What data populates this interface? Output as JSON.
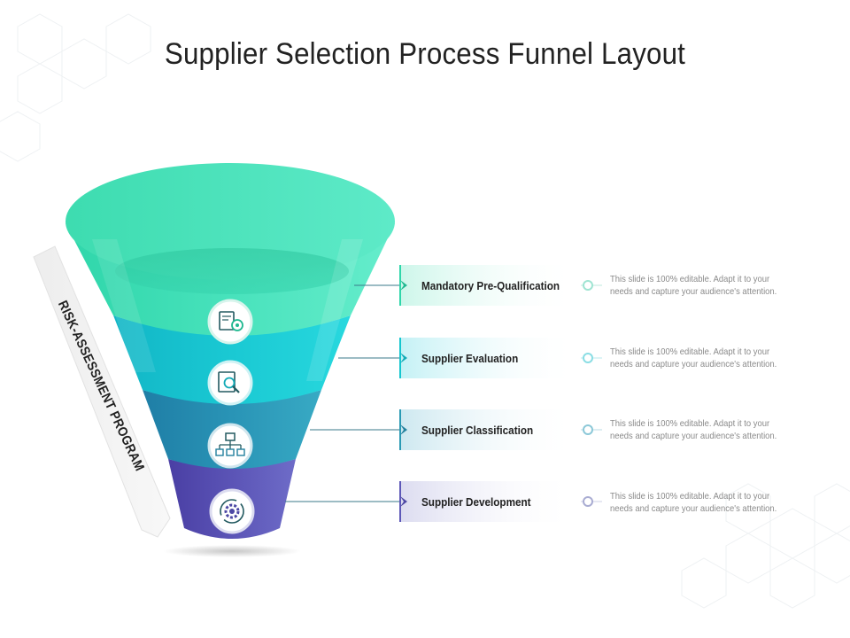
{
  "title": "Supplier Selection Process Funnel Layout",
  "banner": "RISK-ASSESSMENT PROGRAM",
  "stages": [
    {
      "label": "Mandatory Pre-Qualification",
      "desc_line1": "This slide is 100% editable. Adapt it to your",
      "desc_line2": "needs and capture your audience's attention.",
      "icon": "settings-document-icon",
      "color": "#3ddcb4"
    },
    {
      "label": "Supplier Evaluation",
      "desc_line1": "This slide is 100% editable. Adapt it to your",
      "desc_line2": "needs and capture your audience's attention.",
      "icon": "document-search-icon",
      "color": "#15c6cf"
    },
    {
      "label": "Supplier Classification",
      "desc_line1": "This slide is 100% editable. Adapt it to your",
      "desc_line2": "needs and capture your audience's attention.",
      "icon": "hierarchy-icon",
      "color": "#2a9ab4"
    },
    {
      "label": "Supplier Development",
      "desc_line1": "This slide is 100% editable. Adapt it to your",
      "desc_line2": "needs and capture your audience's attention.",
      "icon": "gear-cycle-icon",
      "color": "#5d58b8"
    }
  ]
}
